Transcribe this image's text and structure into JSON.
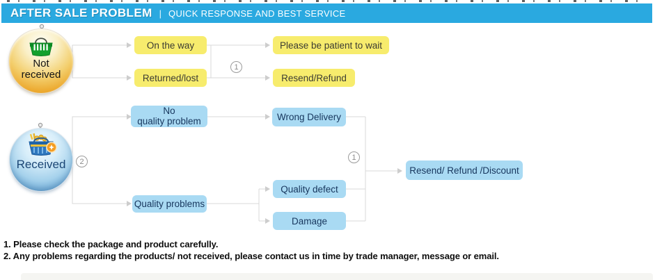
{
  "header": {
    "title": "AFTER SALE PROBLEM",
    "divider": "|",
    "subtitle": "QUICK RESPONSE AND BEST SERVICE"
  },
  "flow": {
    "not_received": {
      "badge_line1": "Not",
      "badge_line2": "received",
      "step": "1",
      "causes": [
        {
          "label": "On the way"
        },
        {
          "label": "Returned/lost"
        }
      ],
      "outcomes": [
        {
          "label": "Please be patient to wait"
        },
        {
          "label": "Resend/Refund"
        }
      ]
    },
    "received": {
      "badge_label": "Received",
      "step": "2",
      "merge_step": "1",
      "causes": [
        {
          "line1": "No",
          "line2": "quality problem"
        },
        {
          "label": "Quality problems"
        }
      ],
      "issues": [
        {
          "label": "Wrong Delivery"
        },
        {
          "label": "Quality defect"
        },
        {
          "label": "Damage"
        }
      ],
      "outcome": {
        "label": "Resend/ Refund /Discount"
      }
    }
  },
  "notes": [
    "1. Please check the package and product carefully.",
    "2. Any problems regarding the products/ not received, please contact us in time by trade manager, message or email."
  ],
  "colors": {
    "header_bg": "#2aa9e0",
    "yellow_box": "#f7ec6d",
    "blue_box": "#a9daf3",
    "blue_box_text": "#17365d",
    "connector": "#d8d8d8",
    "not_received_badge": "#e89b1c",
    "received_badge": "#5a9fd0"
  }
}
